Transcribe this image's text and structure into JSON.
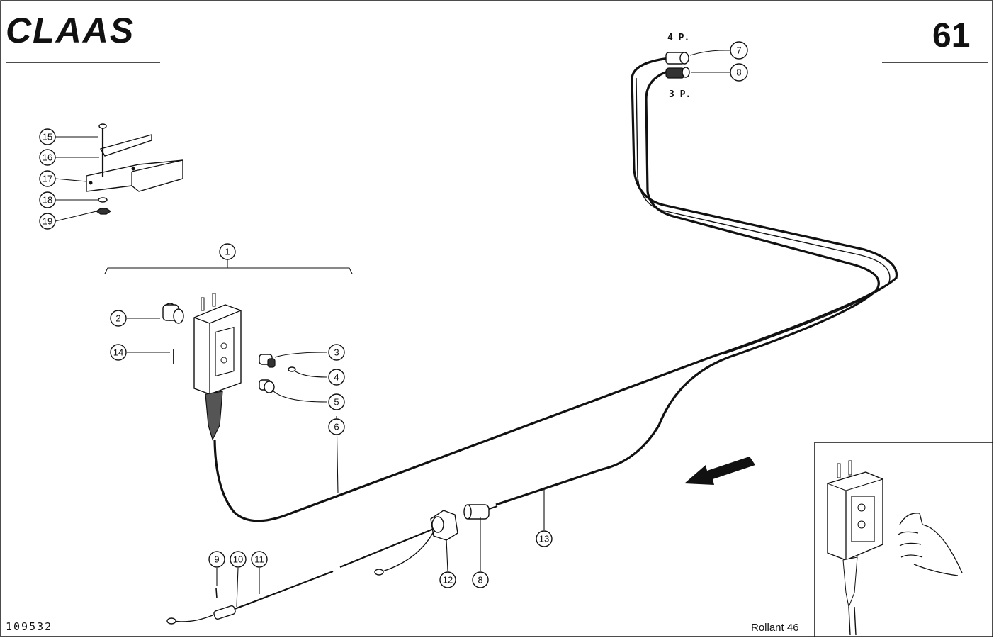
{
  "header": {
    "logo": "CLAAS",
    "page_number": "61"
  },
  "connector_labels": {
    "four_pin": "4 P.",
    "three_pin": "3 P."
  },
  "footer": {
    "document_number": "109532",
    "model": "Rollant 46"
  },
  "callouts": [
    "1",
    "2",
    "3",
    "4",
    "5",
    "6",
    "7",
    "8",
    "8",
    "9",
    "10",
    "11",
    "12",
    "13",
    "14",
    "15",
    "16",
    "17",
    "18",
    "19"
  ]
}
